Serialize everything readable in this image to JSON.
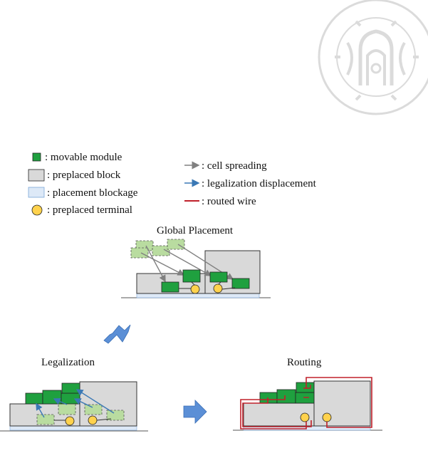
{
  "legend": {
    "movable_module": ": movable module",
    "preplaced_block": ": preplaced block",
    "placement_blockage": ": placement blockage",
    "preplaced_terminal": ": preplaced terminal",
    "cell_spreading": ": cell spreading",
    "legalization_displacement": ": legalization displacement",
    "routed_wire": ": routed wire"
  },
  "panels": {
    "global_placement": "Global Placement",
    "legalization": "Legalization",
    "routing": "Routing"
  },
  "colors": {
    "module_green": "#1fa03f",
    "module_ghost": "#b9dca0",
    "block_gray": "#d9d9d9",
    "blockage_blue": "#dde9f7",
    "terminal_yellow": "#ffd24d",
    "spreading_arrow": "#808080",
    "displacement_arrow": "#3a78b5",
    "routed_wire": "#c0202a",
    "flow_arrow": "#5b8fd6"
  },
  "seal": {
    "icon": "university-seal-watermark"
  }
}
